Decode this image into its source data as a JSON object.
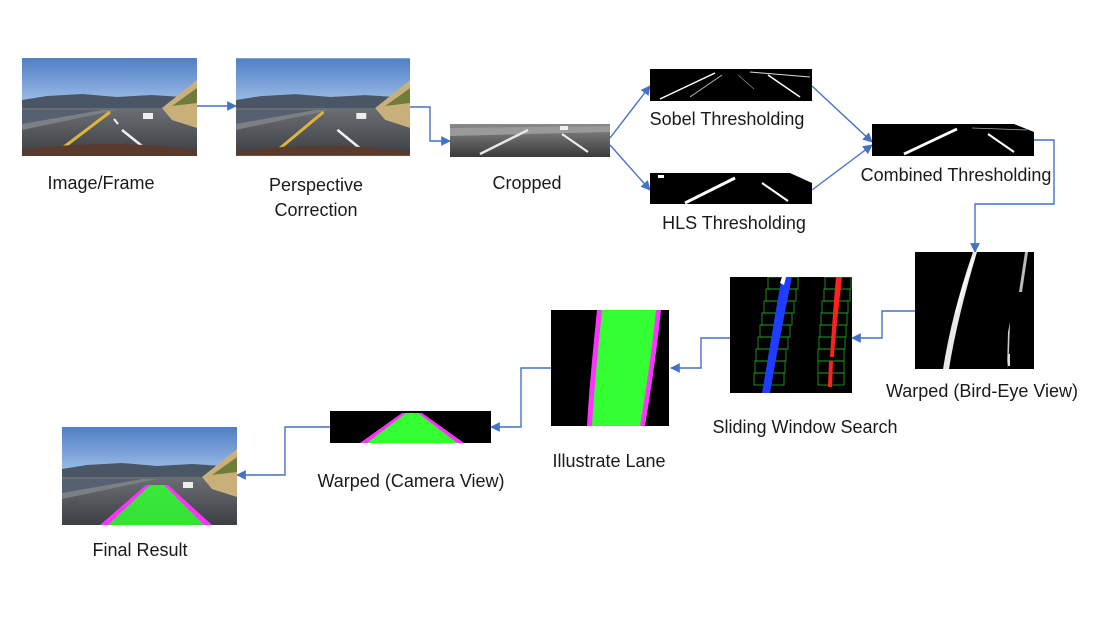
{
  "title": "",
  "nodes": {
    "image_frame": {
      "label": "Image/Frame"
    },
    "perspective": {
      "label_line1": "Perspective",
      "label_line2": "Correction"
    },
    "cropped": {
      "label": "Cropped"
    },
    "sobel": {
      "label": "Sobel Thresholding"
    },
    "hls": {
      "label": "HLS Thresholding"
    },
    "combined": {
      "label": "Combined Thresholding"
    },
    "warped_bird": {
      "label": "Warped (Bird-Eye View)"
    },
    "sliding": {
      "label": "Sliding Window Search"
    },
    "illustrate": {
      "label": "Illustrate Lane"
    },
    "warped_camera": {
      "label": "Warped (Camera View)"
    },
    "final": {
      "label": "Final Result"
    }
  },
  "colors": {
    "arrow": "#4472c4",
    "lane_fill": "#33ff33",
    "lane_edge": "#ff33ff",
    "left_pixels": "#1f3dff",
    "right_pixels": "#ff2020",
    "window_box": "#22aa22"
  }
}
